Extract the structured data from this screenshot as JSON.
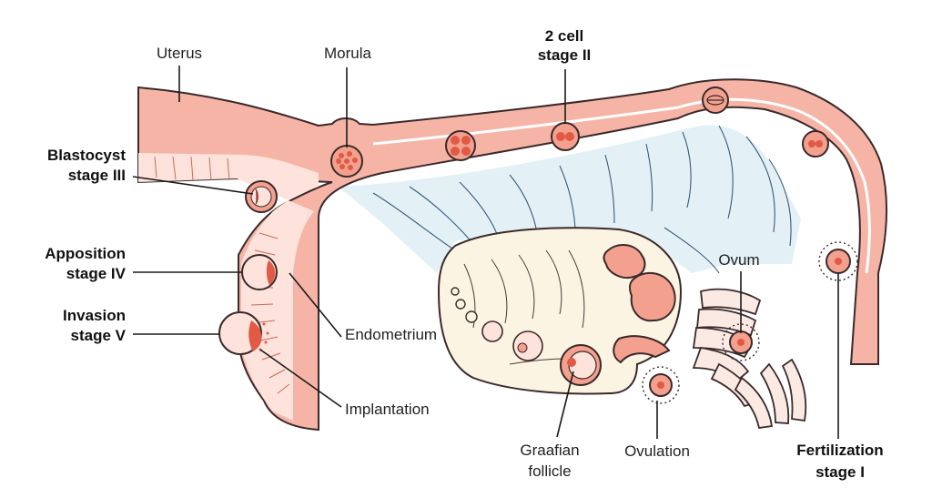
{
  "labels": {
    "uterus": "Uterus",
    "morula": "Morula",
    "two_cell_line1": "2 cell",
    "two_cell_line2": "stage II",
    "blastocyst_line1": "Blastocyst",
    "blastocyst_line2": "stage III",
    "apposition_line1": "Apposition",
    "apposition_line2": "stage IV",
    "invasion_line1": "Invasion",
    "invasion_line2": "stage V",
    "endometrium": "Endometrium",
    "implantation": "Implantation",
    "ovum": "Ovum",
    "graafian_line1": "Graafian",
    "graafian_line2": "follicle",
    "ovulation": "Ovulation",
    "fertilization_line1": "Fertilization",
    "fertilization_line2": "stage I"
  },
  "colors": {
    "tissue": "#f6b4a6",
    "tissue_dark": "#e8806e",
    "lining_light": "#fde3db",
    "ligament": "#e3f1f6",
    "ovary": "#fbf4e3",
    "cell": "#f4a08f",
    "cell_core": "#e05a45",
    "outline": "#3a2a2a"
  }
}
